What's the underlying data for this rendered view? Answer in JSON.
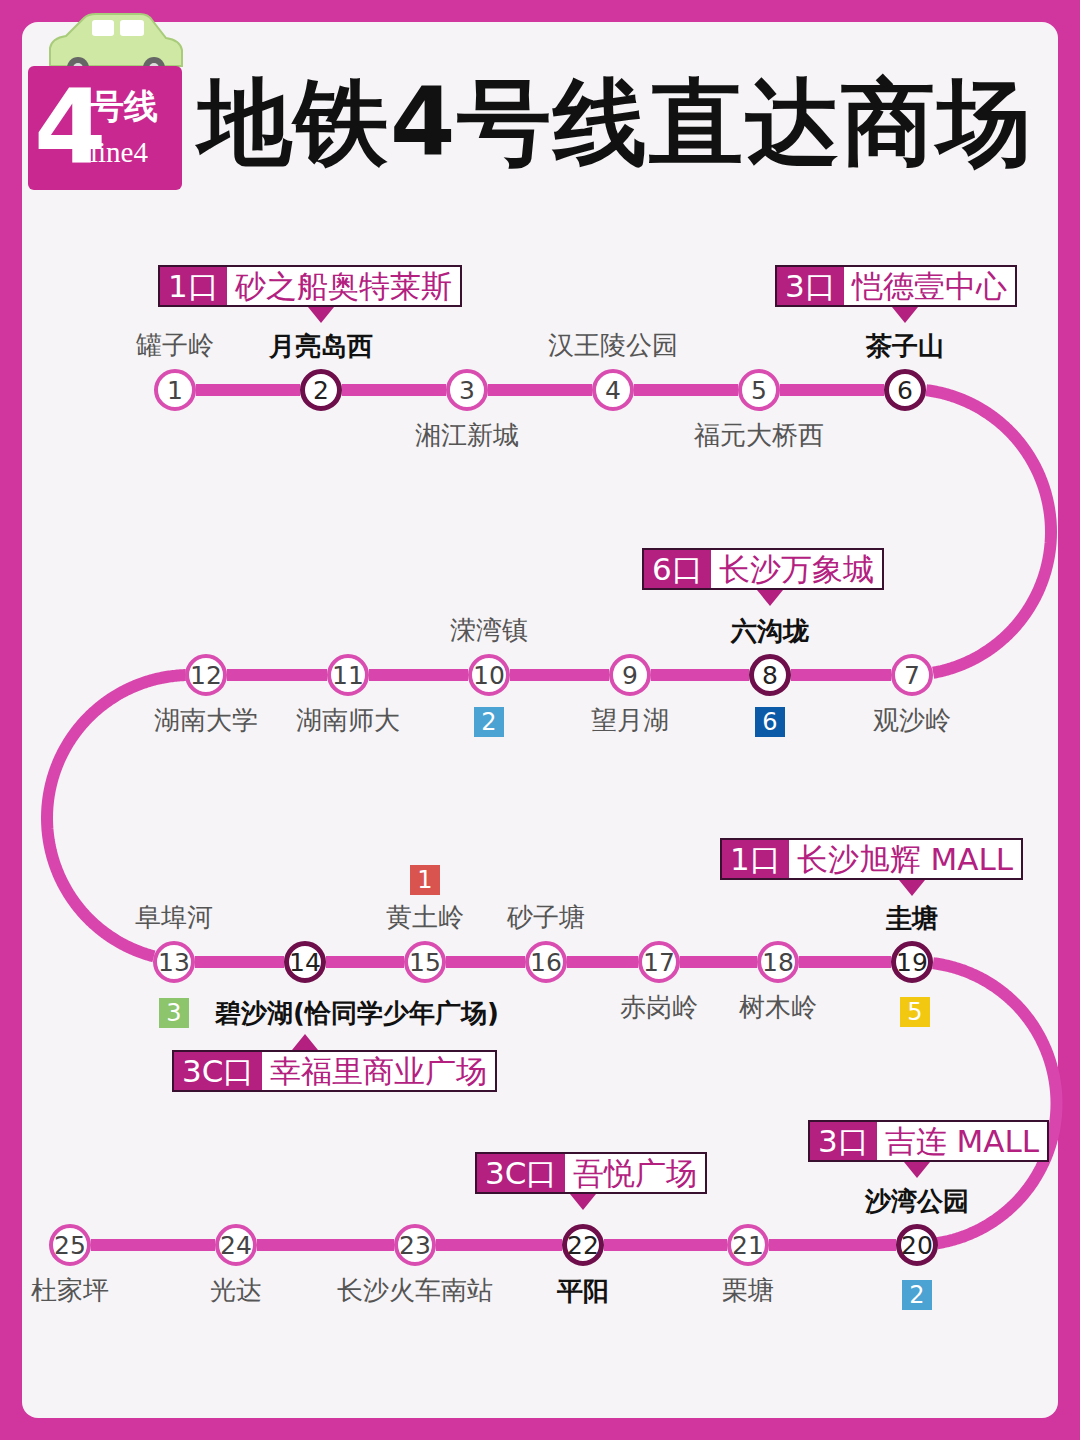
{
  "diagram": {
    "title": "地铁4号线直达商场",
    "nodes": [
      {
        "text": [
          "4",
          "号线",
          "line4"
        ]
      },
      {
        "text": [
          "1",
          "罐子岭"
        ]
      },
      {
        "text": [
          "2",
          "月亮岛西"
        ]
      },
      {
        "text": [
          "3",
          "湘江新城"
        ]
      },
      {
        "text": [
          "4",
          "汉王陵公园"
        ]
      },
      {
        "text": [
          "5",
          "福元大桥西"
        ]
      },
      {
        "text": [
          "6",
          "茶子山"
        ]
      },
      {
        "text": [
          "7",
          "观沙岭"
        ]
      },
      {
        "text": [
          "8",
          "六沟垅"
        ]
      },
      {
        "text": [
          "9",
          "望月湖"
        ]
      },
      {
        "text": [
          "10",
          "溁湾镇"
        ]
      },
      {
        "text": [
          "11",
          "湖南师大"
        ]
      },
      {
        "text": [
          "12",
          "湖南大学"
        ]
      },
      {
        "text": [
          "13",
          "阜埠河"
        ]
      },
      {
        "text": [
          "14",
          "碧沙湖(恰同学少年广场)"
        ]
      },
      {
        "text": [
          "15",
          "黄土岭"
        ]
      },
      {
        "text": [
          "16",
          "砂子塘"
        ]
      },
      {
        "text": [
          "17",
          "赤岗岭"
        ]
      },
      {
        "text": [
          "18",
          "树木岭"
        ]
      },
      {
        "text": [
          "19",
          "圭塘"
        ]
      },
      {
        "text": [
          "20",
          "沙湾公园"
        ]
      },
      {
        "text": [
          "21",
          "栗塘"
        ]
      },
      {
        "text": [
          "22",
          "平阳"
        ]
      },
      {
        "text": [
          "23",
          "长沙火车南站"
        ]
      },
      {
        "text": [
          "24",
          "光达"
        ]
      },
      {
        "text": [
          "25",
          "杜家坪"
        ]
      },
      {
        "text": [
          "1口",
          "砂之船奥特莱斯"
        ]
      },
      {
        "text": [
          "3口",
          "恺德壹中心"
        ]
      },
      {
        "text": [
          "6口",
          "长沙万象城"
        ]
      },
      {
        "text": [
          "1口",
          "长沙旭辉 MALL"
        ]
      },
      {
        "text": [
          "3C口",
          "幸福里商业广场"
        ]
      },
      {
        "text": [
          "3C口",
          "吾悦广场"
        ]
      },
      {
        "text": [
          "3口",
          "吉连 MALL"
        ]
      },
      {
        "text": [
          "2"
        ]
      },
      {
        "text": [
          "6"
        ]
      },
      {
        "text": [
          "3"
        ]
      },
      {
        "text": [
          "1"
        ]
      },
      {
        "text": [
          "5"
        ]
      },
      {
        "text": [
          "2"
        ]
      }
    ],
    "edges": [
      {
        "from": 1,
        "to": 2,
        "arrow": "none"
      },
      {
        "from": 2,
        "to": 3,
        "arrow": "none"
      },
      {
        "from": 3,
        "to": 4,
        "arrow": "none"
      },
      {
        "from": 4,
        "to": 5,
        "arrow": "none"
      },
      {
        "from": 5,
        "to": 6,
        "arrow": "none"
      },
      {
        "from": 6,
        "to": 7,
        "arrow": "none"
      },
      {
        "from": 7,
        "to": 8,
        "arrow": "none"
      },
      {
        "from": 8,
        "to": 9,
        "arrow": "none"
      },
      {
        "from": 9,
        "to": 10,
        "arrow": "none"
      },
      {
        "from": 10,
        "to": 11,
        "arrow": "none"
      },
      {
        "from": 11,
        "to": 12,
        "arrow": "none"
      },
      {
        "from": 12,
        "to": 13,
        "arrow": "none"
      },
      {
        "from": 13,
        "to": 14,
        "arrow": "none"
      },
      {
        "from": 14,
        "to": 15,
        "arrow": "none"
      },
      {
        "from": 15,
        "to": 16,
        "arrow": "none"
      },
      {
        "from": 16,
        "to": 17,
        "arrow": "none"
      },
      {
        "from": 17,
        "to": 18,
        "arrow": "none"
      },
      {
        "from": 18,
        "to": 19,
        "arrow": "none"
      },
      {
        "from": 19,
        "to": 20,
        "arrow": "none"
      },
      {
        "from": 20,
        "to": 21,
        "arrow": "none"
      },
      {
        "from": 21,
        "to": 22,
        "arrow": "none"
      },
      {
        "from": 22,
        "to": 23,
        "arrow": "none"
      },
      {
        "from": 23,
        "to": 24,
        "arrow": "none"
      },
      {
        "from": 24,
        "to": 25,
        "arrow": "none"
      }
    ]
  }
}
